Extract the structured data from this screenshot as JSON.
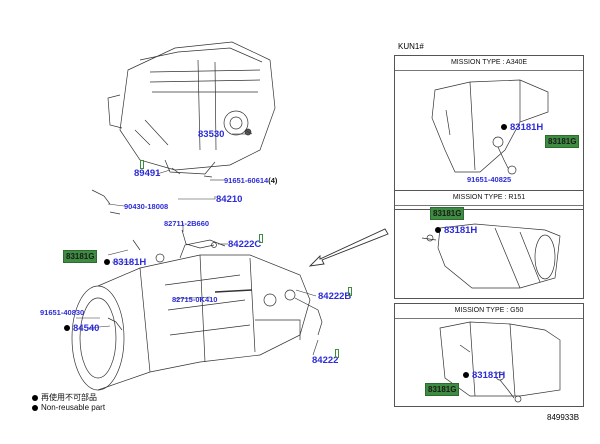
{
  "header": {
    "model": "KUN1#"
  },
  "parts": {
    "p83530": "83530",
    "p89491": "89491",
    "p91651_60614": "91651-60614",
    "p91651_60614_qty": "(4)",
    "p84210": "84210",
    "p90430": "90430-18008",
    "p82711": "82711-2B660",
    "p84222C": "84222C",
    "p83181G": "83181G",
    "p83181H": "83181H",
    "p82715": "82715-0K410",
    "p84222B": "84222B",
    "p91651_40830": "91651-40830",
    "p84540": "84540",
    "p84222": "84222"
  },
  "panels": [
    {
      "title": "MISSION TYPE : A340E",
      "p1": "83181H",
      "p2": "83181G",
      "p3": "91651-40825"
    },
    {
      "title": "MISSION TYPE : R151",
      "p1": "83181G",
      "p2": "83181H"
    },
    {
      "title": "MISSION TYPE : G50",
      "p1": "83181H",
      "p2": "83181G"
    }
  ],
  "legend": {
    "line1": "再使用不可部品",
    "line2": "Non-reusable part"
  },
  "figure_code": "849933B",
  "colors": {
    "part_blue": "#2c2cd8",
    "highlight_green": "#3d8c41"
  }
}
